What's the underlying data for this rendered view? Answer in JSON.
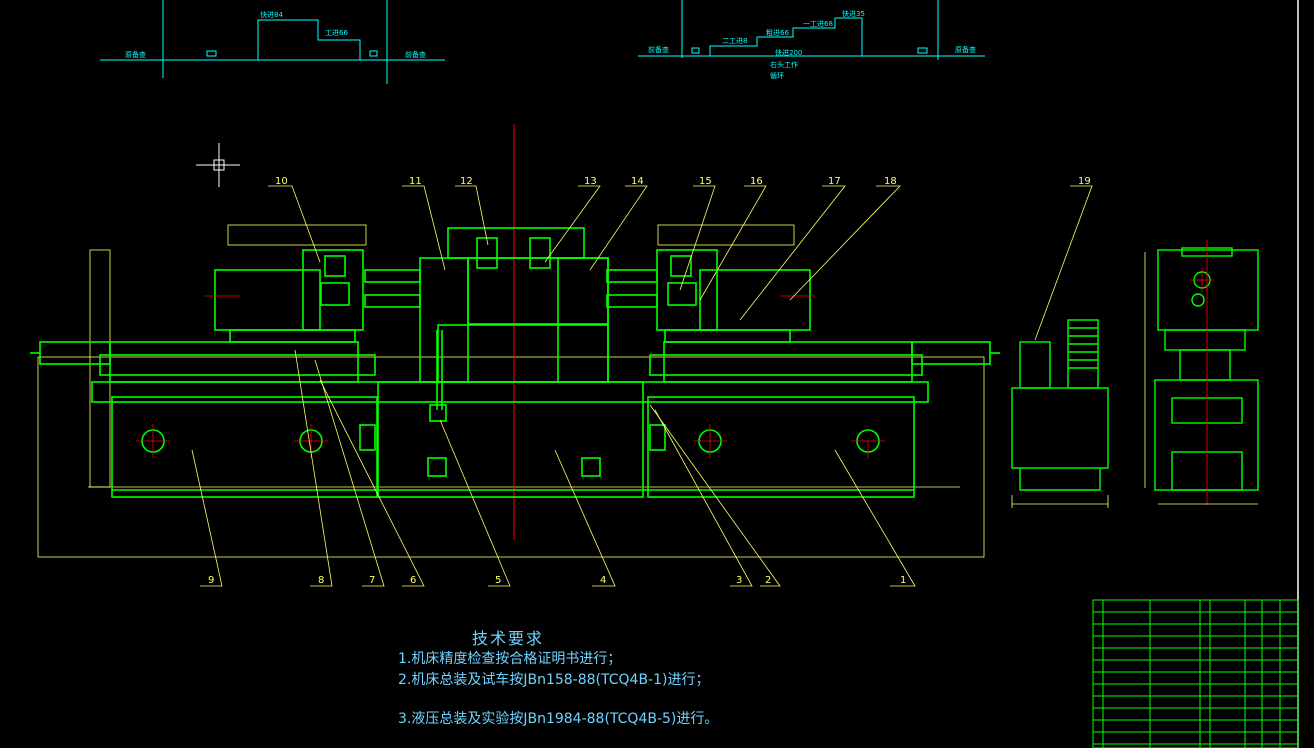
{
  "part_labels": [
    "10",
    "11",
    "12",
    "13",
    "14",
    "15",
    "16",
    "17",
    "18",
    "19",
    "9",
    "8",
    "7",
    "6",
    "5",
    "4",
    "3",
    "2",
    "1"
  ],
  "cycle_left": {
    "labels": [
      "快进84",
      "工进66",
      "原备查",
      "前备查"
    ]
  },
  "cycle_right": {
    "labels": [
      "快进35",
      "一工进68",
      "粗进66",
      "二工进8",
      "快进200",
      "前备查",
      "原备查",
      "右头工作",
      "循环"
    ]
  },
  "tech_requirements": {
    "title": "技术要求",
    "items": [
      "1.机床精度检查按合格证明书进行；",
      "2.机床总装及试车按JBn158-88(TCQ4B-1)进行；",
      "3.液压总装及实验按JBn1984-88(TCQ4B-5)进行。"
    ]
  },
  "colors": {
    "machine": "#00ff00",
    "leader": "#ffff66",
    "cyan": "#00ffff",
    "center": "#ff0000",
    "white": "#ffffff",
    "text_blue": "#6fd3ff",
    "border": "#ffffff"
  }
}
